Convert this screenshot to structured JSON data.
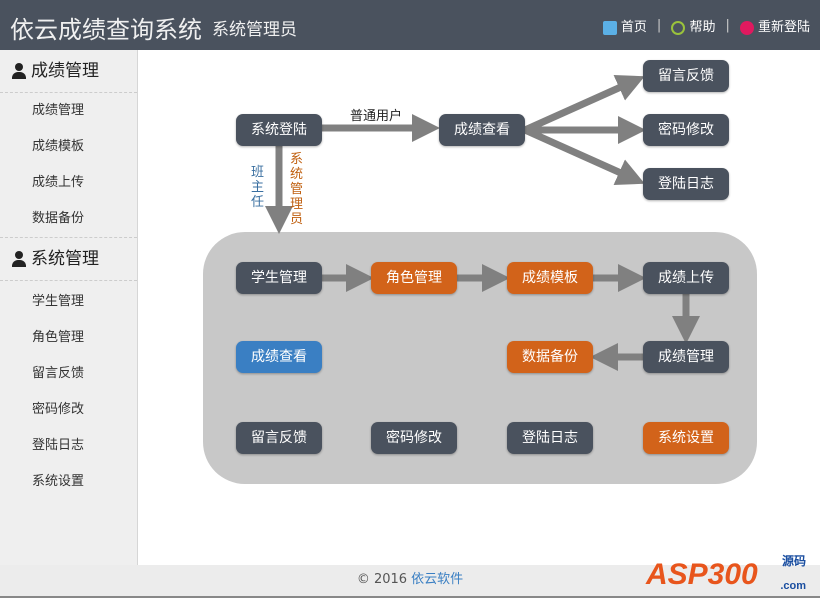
{
  "header": {
    "title": "依云成绩查询系统",
    "role": "系统管理员",
    "nav": [
      {
        "label": "首页",
        "icon": "home-icon"
      },
      {
        "label": "帮助",
        "icon": "help-icon"
      },
      {
        "label": "重新登陆",
        "icon": "power-icon"
      }
    ]
  },
  "sidebar": {
    "sections": [
      {
        "title": "成绩管理",
        "items": [
          "成绩管理",
          "成绩模板",
          "成绩上传",
          "数据备份"
        ]
      },
      {
        "title": "系统管理",
        "items": [
          "学生管理",
          "角色管理",
          "留言反馈",
          "密码修改",
          "登陆日志",
          "系统设置"
        ]
      }
    ]
  },
  "diagram": {
    "login": "系统登陆",
    "view": "成绩查看",
    "feedback": "留言反馈",
    "password": "密码修改",
    "log": "登陆日志",
    "normal_user": "普通用户",
    "teacher": "班主任",
    "admin": "系统管理员",
    "panel": {
      "row1": [
        "学生管理",
        "角色管理",
        "成绩模板",
        "成绩上传"
      ],
      "row2": [
        "成绩查看",
        "数据备份",
        "成绩管理"
      ],
      "row3": [
        "留言反馈",
        "密码修改",
        "登陆日志",
        "系统设置"
      ]
    }
  },
  "footer": {
    "copyright": "© 2016",
    "company": "依云软件",
    "logo": "ASP300",
    "logo_sub": "源码",
    "logo_domain": ".com"
  },
  "colors": {
    "header": "#4a525e",
    "orange": "#d2631a",
    "blue": "#3a7fc3",
    "arrow": "#808080"
  }
}
